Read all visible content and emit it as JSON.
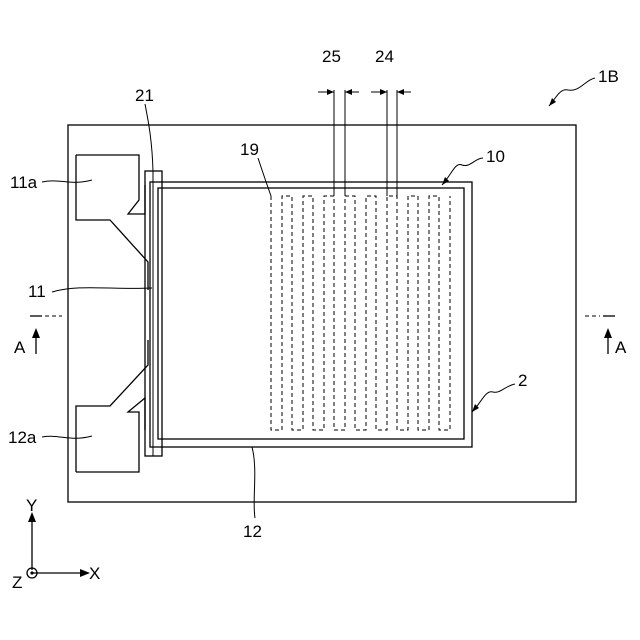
{
  "figure": {
    "labels": {
      "device": "1B",
      "part_10": "10",
      "part_2": "2",
      "part_11": "11",
      "part_11a": "11a",
      "part_12": "12",
      "part_12a": "12a",
      "part_19": "19",
      "part_21": "21",
      "part_24": "24",
      "part_25": "25",
      "section_left": "A",
      "section_right": "A"
    },
    "axes": {
      "y": "Y",
      "x": "X",
      "z": "Z"
    }
  }
}
